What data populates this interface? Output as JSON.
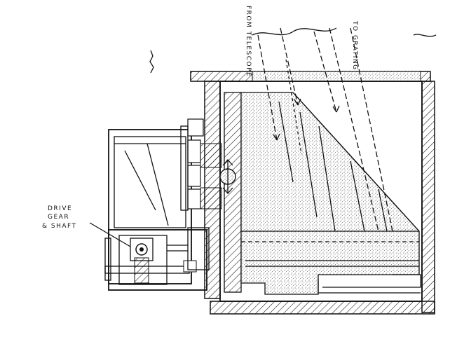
{
  "labels": {
    "from_telescope": "FROM TELESCOPE",
    "to_grating": "TO GRATING",
    "drive_gear_line1": "DRIVE",
    "drive_gear_line2": "GEAR",
    "drive_gear_line3": "& SHAFT"
  },
  "colors": {
    "ink": "#111111",
    "paper": "#ffffff",
    "stipple": "#bdbdbd"
  }
}
